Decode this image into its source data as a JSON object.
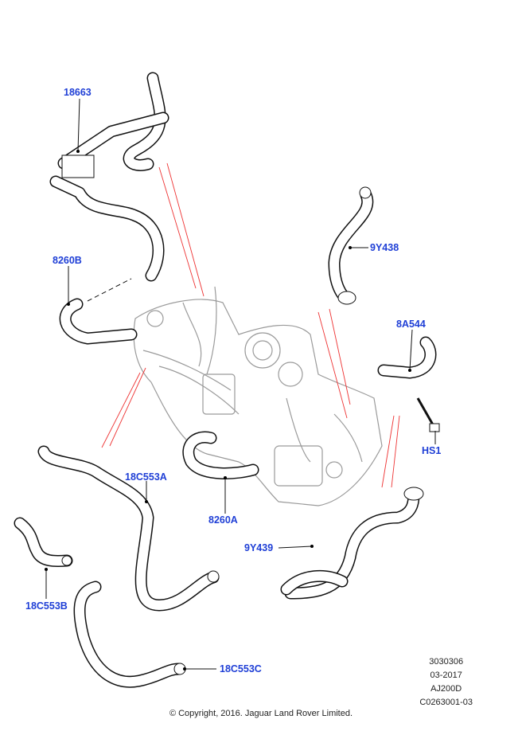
{
  "labels": {
    "p18663": "18663",
    "p8260B": "8260B",
    "p9Y438": "9Y438",
    "p8A544": "8A544",
    "pHS1": "HS1",
    "p18C553A": "18C553A",
    "p8260A": "8260A",
    "p9Y439": "9Y439",
    "p18C553B": "18C553B",
    "p18C553C": "18C553C"
  },
  "meta": {
    "ref": "3030306",
    "date": "03-2017",
    "engine": "AJ200D",
    "code": "C0263001-03"
  },
  "copyright": "© Copyright, 2016. Jaguar Land Rover Limited.",
  "colors": {
    "label": "#1f3fd6",
    "guide_line": "#e33333"
  }
}
